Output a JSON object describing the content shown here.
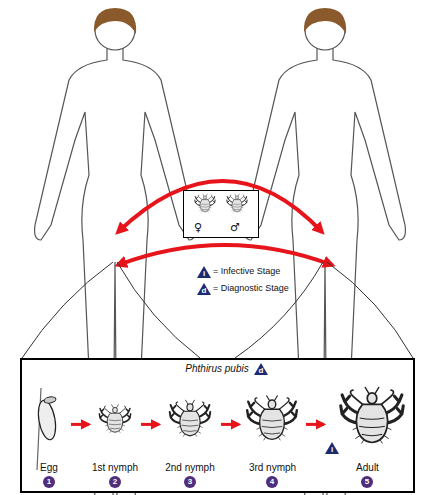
{
  "diagram": {
    "nodes": [
      {
        "text": [
          "♀",
          "♂"
        ]
      },
      {
        "text": [
          "Phthirus pubis",
          "d"
        ]
      },
      {
        "text": [
          "Egg",
          "1"
        ],
        "in": 1
      },
      {
        "text": [
          "1st nymph",
          "2"
        ],
        "in": 1
      },
      {
        "text": [
          "2nd nymph",
          "3"
        ],
        "in": 1
      },
      {
        "text": [
          "3rd nymph",
          "4"
        ],
        "in": 1
      },
      {
        "text": [
          "i",
          "Adult",
          "5"
        ],
        "in": 1
      }
    ],
    "edges": [
      {
        "from": 2,
        "to": 3,
        "arrow": "to"
      },
      {
        "from": 3,
        "to": 4,
        "arrow": "to"
      },
      {
        "from": 4,
        "to": 5,
        "arrow": "to"
      },
      {
        "from": 5,
        "to": 6,
        "arrow": "to"
      }
    ],
    "labels": [
      "i",
      "d"
    ],
    "legend": [
      {
        "text": "= Infective Stage"
      },
      {
        "text": "= Diagnostic Stage"
      }
    ]
  }
}
